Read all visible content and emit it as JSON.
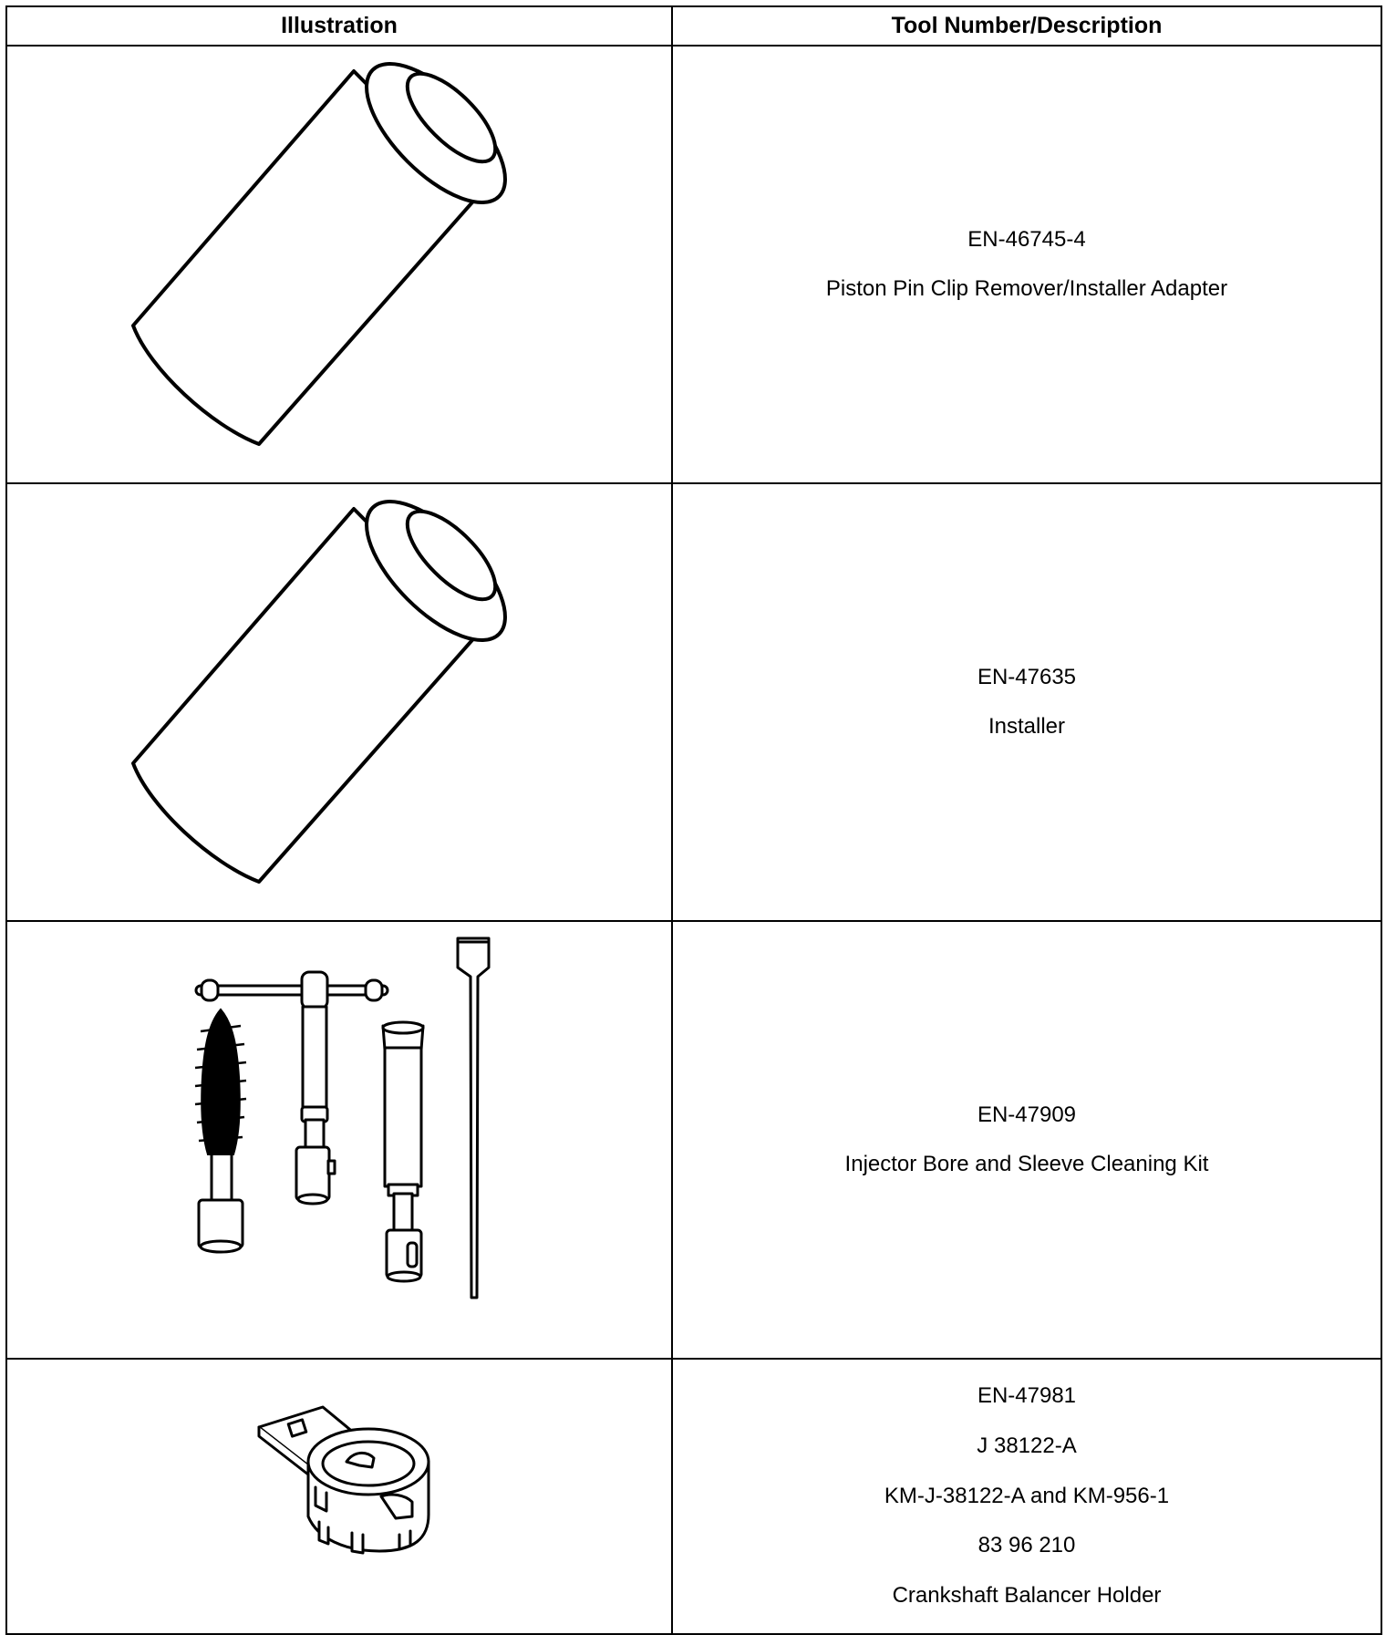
{
  "table": {
    "headers": {
      "illustration": "Illustration",
      "tool": "Tool Number/Description"
    },
    "rows": [
      {
        "illustration_icon": "cylinder-adapter-icon",
        "lines": [
          "EN-46745-4",
          "Piston Pin Clip Remover/Installer Adapter"
        ]
      },
      {
        "illustration_icon": "cylinder-installer-icon",
        "lines": [
          "EN-47635",
          "Installer"
        ]
      },
      {
        "illustration_icon": "cleaning-kit-icon",
        "lines": [
          "EN-47909",
          "Injector Bore and Sleeve Cleaning Kit"
        ]
      },
      {
        "illustration_icon": "balancer-holder-icon",
        "lines": [
          "EN-47981",
          "J 38122-A",
          "KM-J-38122-A and KM-956-1",
          "83 96 210",
          "Crankshaft Balancer Holder"
        ]
      }
    ]
  }
}
